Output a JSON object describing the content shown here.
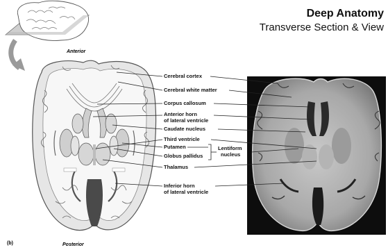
{
  "header": {
    "title": "Deep Anatomy",
    "subtitle": "Transverse Section & View"
  },
  "figure": {
    "panel_letter": "(b)",
    "orientation_top": "Anterior",
    "orientation_bottom": "Posterior"
  },
  "labels": [
    "Cerebral cortex",
    "Cerebral white matter",
    "Corpus callosum",
    "Anterior horn",
    "of lateral ventricle",
    "Caudate nucleus",
    "Third ventricle",
    "Putamen",
    "Globus pallidus",
    "Lentiform",
    "nucleus",
    "Thalamus",
    "Inferior horn",
    "of lateral ventricle"
  ]
}
